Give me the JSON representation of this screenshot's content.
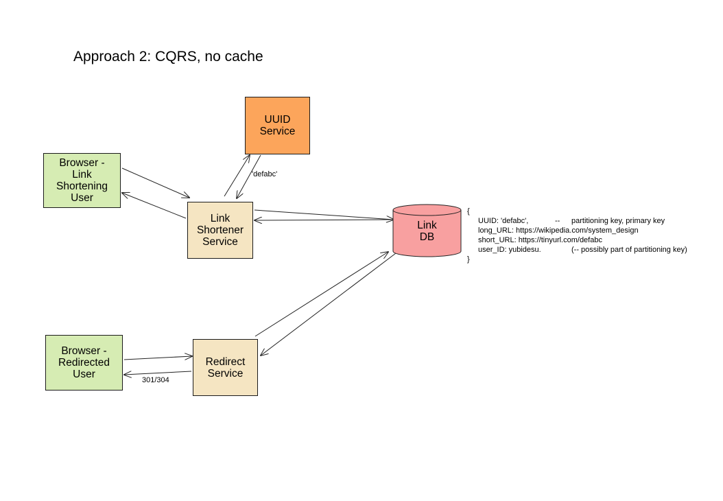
{
  "title": "Approach 2: CQRS, no cache",
  "nodes": {
    "browser_link": "Browser -\nLink\nShortening\nUser",
    "uuid_service": "UUID\nService",
    "shortener_service": "Link\nShortener\nService",
    "link_db": "Link\nDB",
    "browser_redirected": "Browser -\nRedirected\nUser",
    "redirect_service": "Redirect\nService"
  },
  "edge_labels": {
    "uuid_return": "'defabc'",
    "redirect_status": "301/304"
  },
  "schema": {
    "open": "{",
    "uuid": "UUID: 'defabc',",
    "uuid_dash": "--",
    "uuid_note": "partitioning key, primary key",
    "long_url": "long_URL: https://wikipedia.com/system_design",
    "short_url": "short_URL: https://tinyurl.com/defabc",
    "user_id": "user_ID: yubidesu.",
    "user_id_note": "(-- possibly part of partitioning key)",
    "close": "}"
  },
  "colors": {
    "browser_fill": "#d6ecb3",
    "service_fill": "#f5e5c2",
    "uuid_fill": "#fca55b",
    "db_fill": "#f8a0a0"
  }
}
